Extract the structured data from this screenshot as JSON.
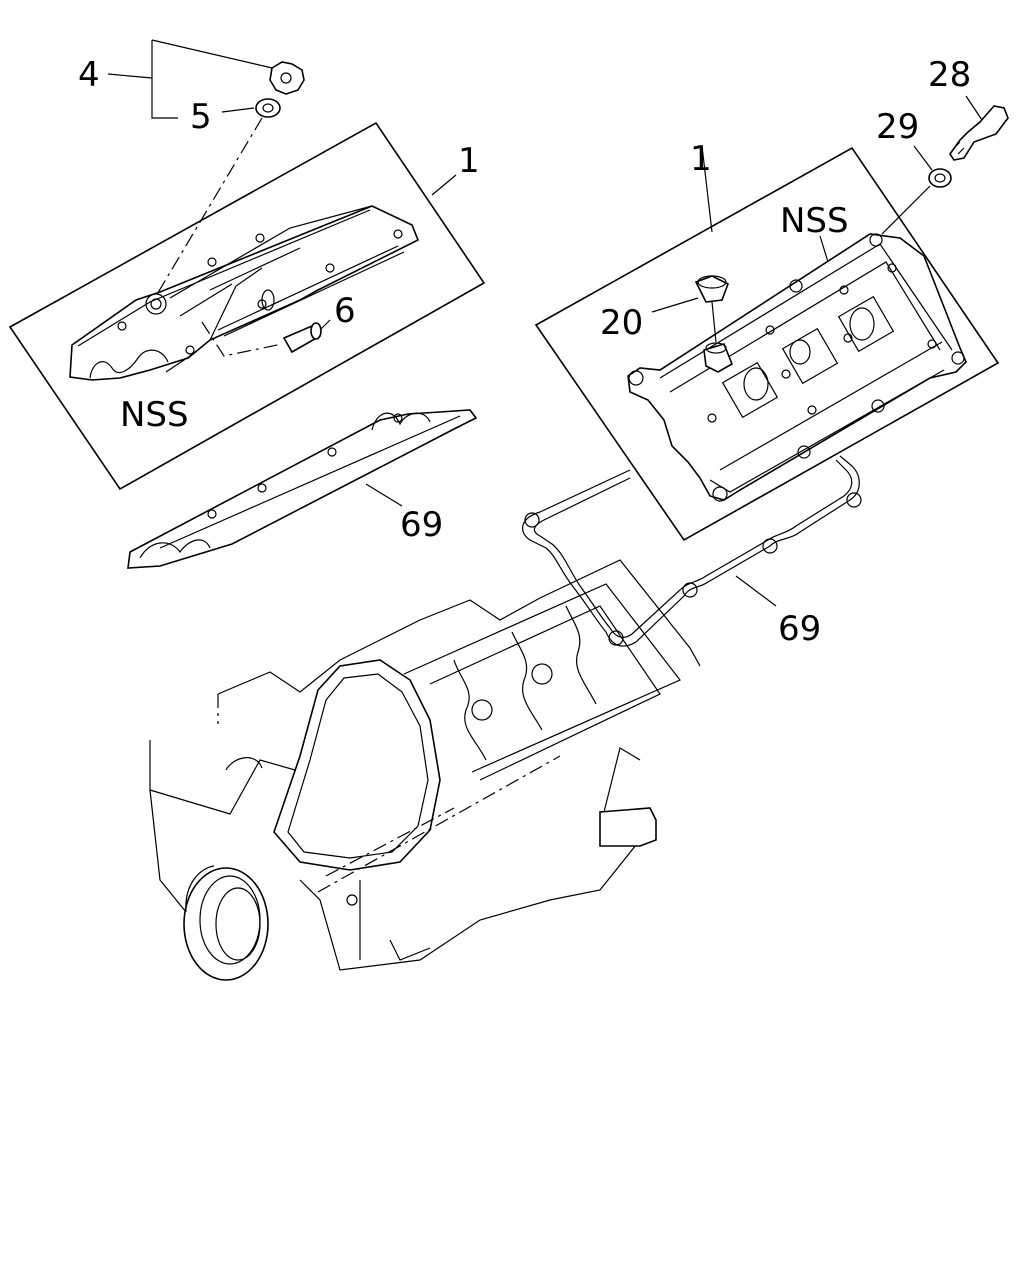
{
  "labels": {
    "l4": "4",
    "l5": "5",
    "l1_left": "1",
    "l6": "6",
    "nss_left": "NSS",
    "l69_left": "69",
    "l28": "28",
    "l29": "29",
    "l1_right": "1",
    "nss_right": "NSS",
    "l20": "20",
    "l69_right": "69"
  }
}
